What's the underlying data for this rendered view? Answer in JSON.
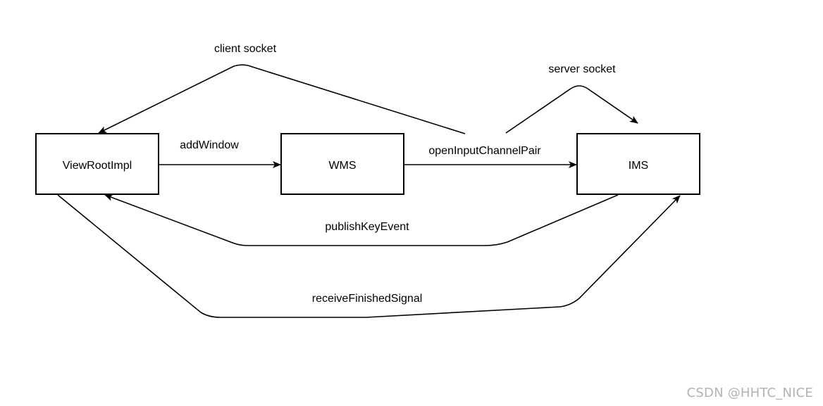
{
  "diagram": {
    "nodes": {
      "view_root_impl": "ViewRootImpl",
      "wms": "WMS",
      "ims": "IMS"
    },
    "edges": {
      "add_window": "addWindow",
      "open_input_channel_pair": "openInputChannelPair",
      "client_socket": "client socket",
      "server_socket": "server socket",
      "publish_key_event": "publishKeyEvent",
      "receive_finished_signal": "receiveFinishedSignal"
    },
    "colors": {
      "stroke": "#000000",
      "background": "#ffffff",
      "watermark": "#b3b3b3"
    }
  },
  "watermark": "CSDN @HHTC_NICE"
}
